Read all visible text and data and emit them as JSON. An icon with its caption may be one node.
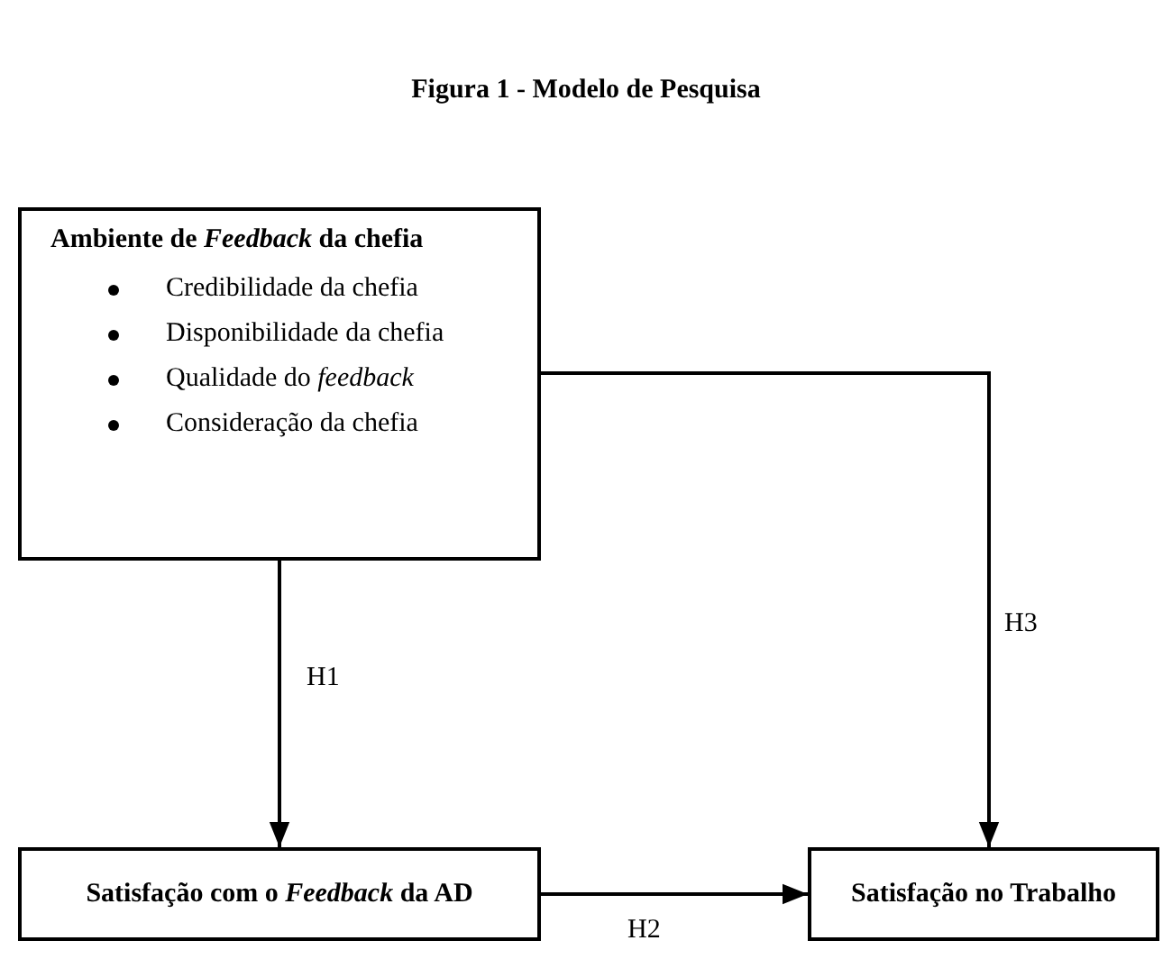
{
  "diagram": {
    "title": "Figura 1 - Modelo de Pesquisa",
    "nodes": [
      {
        "text": [
          "Ambiente de *Feedback* da chefia",
          "Credibilidade da chefia",
          "Disponibilidade da chefia",
          "Qualidade do *feedback*",
          "Consideração da chefia"
        ]
      },
      {
        "text": [
          "Satisfação com o *Feedback* da AD"
        ]
      },
      {
        "text": [
          "Satisfação no Trabalho"
        ]
      }
    ],
    "edges": [
      {
        "from": 0,
        "to": 1,
        "arrow": "to",
        "label": "H1"
      },
      {
        "from": 1,
        "to": 2,
        "arrow": "to",
        "label": "H2"
      },
      {
        "from": 0,
        "to": 2,
        "arrow": "to",
        "label": "H3"
      }
    ]
  }
}
